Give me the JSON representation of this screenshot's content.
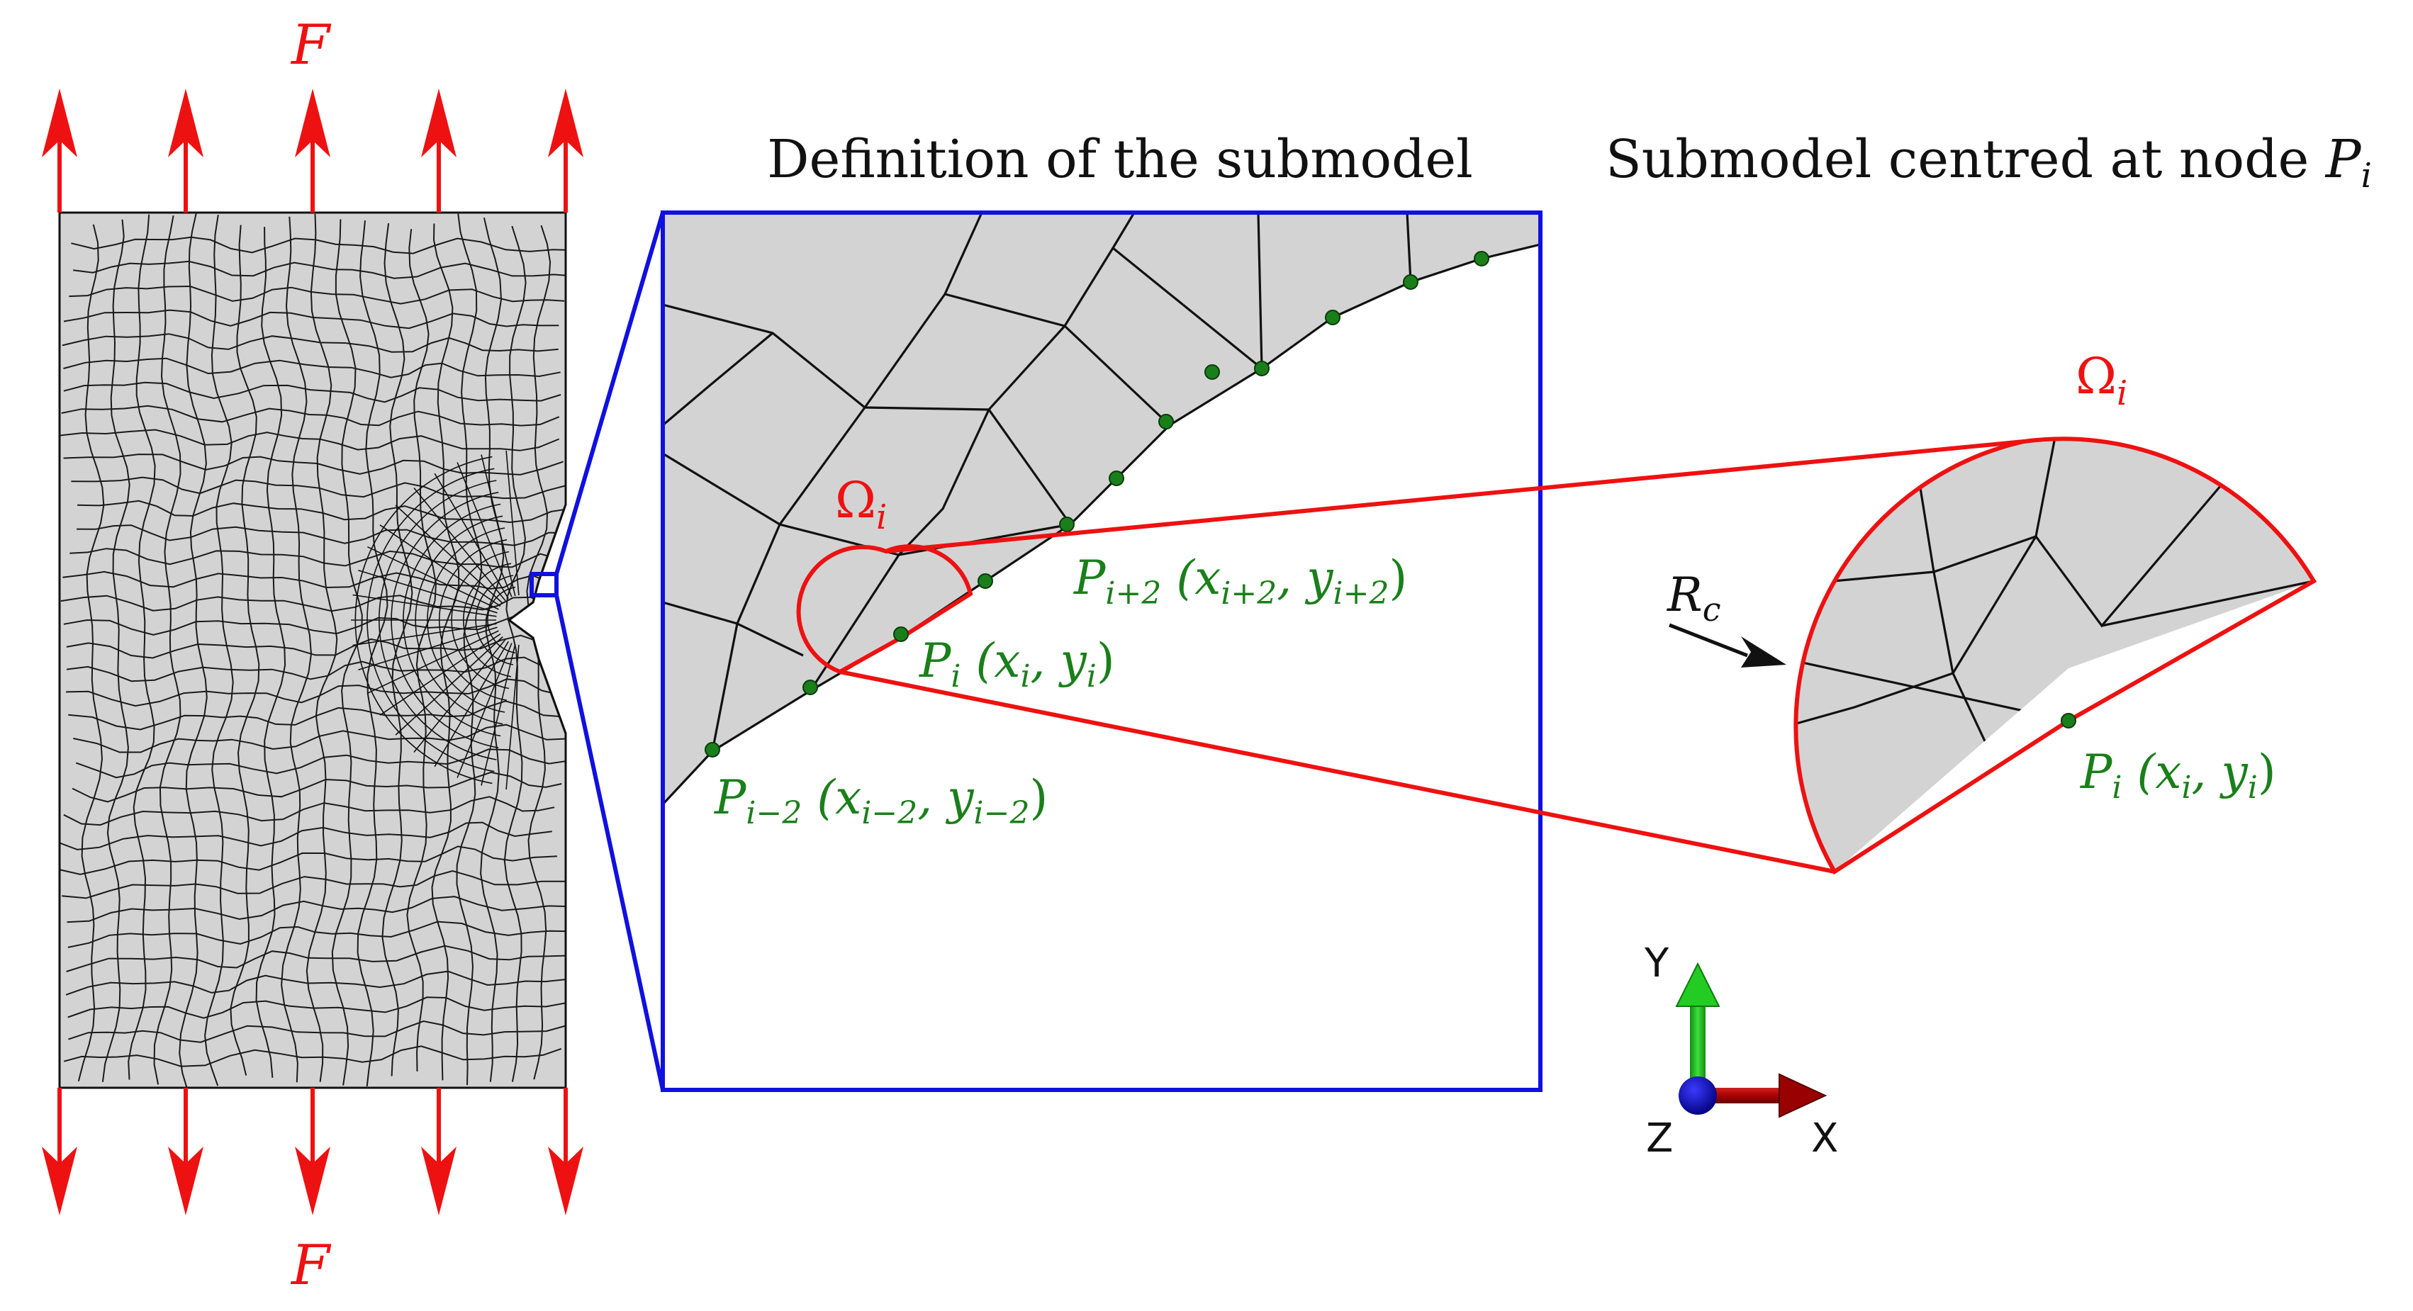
{
  "titles": {
    "definition": "Definition of the submodel",
    "centred": "Submodel centred at node ",
    "centred_node": "P",
    "centred_node_sub": "i"
  },
  "loads": {
    "top_label": "F",
    "bottom_label": "F"
  },
  "zoom_labels": {
    "omega": "Ω",
    "omega_sub": "i",
    "p_i": {
      "base": "P",
      "sub": "i",
      "coords_open": " (x",
      "coords_sub1": "i",
      "coords_mid": ", y",
      "coords_sub2": "i",
      "coords_close": ")"
    },
    "p_i_plus_2": {
      "base": "P",
      "sub": "i+2",
      "coords_open": " (x",
      "coords_sub1": "i+2",
      "coords_mid": ", y",
      "coords_sub2": "i+2",
      "coords_close": ")"
    },
    "p_i_minus_2": {
      "base": "P",
      "sub": "i−2",
      "coords_open": " (x",
      "coords_sub1": "i−2",
      "coords_mid": ", y",
      "coords_sub2": "i−2",
      "coords_close": ")"
    }
  },
  "submodel_labels": {
    "omega": "Ω",
    "omega_sub": "i",
    "radius": "R",
    "radius_sub": "c",
    "p_i": {
      "base": "P",
      "sub": "i",
      "coords_open": " (x",
      "coords_sub1": "i",
      "coords_mid": ", y",
      "coords_sub2": "i",
      "coords_close": ")"
    }
  },
  "triad": {
    "y_label": "Y",
    "x_label": "X",
    "z_label": "Z"
  },
  "colors": {
    "mesh_fill": "#d3d3d3",
    "mesh_line": "#111111",
    "load_arrow": "#ee1111",
    "zoom_box": "#1010e0",
    "submodel_outline": "#ee1111",
    "node": "#1a7f1a",
    "axis_y": "#1fbf1f",
    "axis_x": "#990000",
    "axis_z": "#0a0ab0"
  }
}
